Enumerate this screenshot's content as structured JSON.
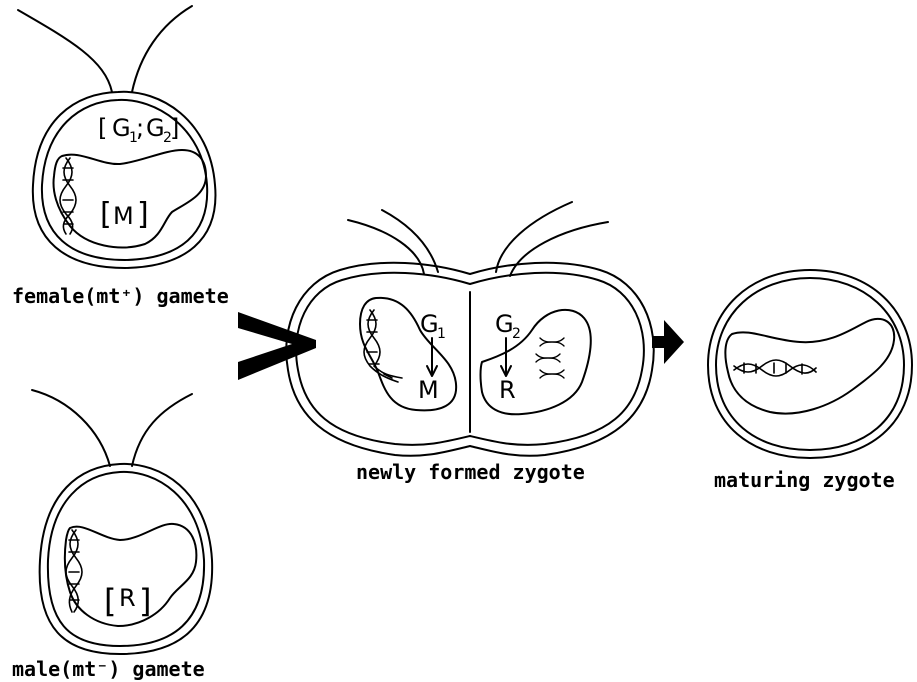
{
  "labels": {
    "female_gamete": "female(mt⁺) gamete",
    "male_gamete": "male(mt⁻) gamete",
    "new_zygote": "newly formed zygote",
    "maturing_zygote": "maturing zygote"
  },
  "female_cell": {
    "genes": {
      "bracket_open": "[",
      "g1": "G",
      "g1_sub": "1",
      "sep": ";",
      "g2": "G",
      "g2_sub": "2",
      "bracket_close": "]"
    },
    "chloroplast_marker": {
      "open": "[",
      "text": "M",
      "close": "]"
    }
  },
  "male_cell": {
    "chloroplast_marker": {
      "open": "[",
      "text": "R",
      "close": "]"
    }
  },
  "zygote": {
    "left": {
      "gene": "G",
      "sub": "1",
      "target": "M"
    },
    "right": {
      "gene": "G",
      "sub": "2",
      "target": "R"
    }
  }
}
